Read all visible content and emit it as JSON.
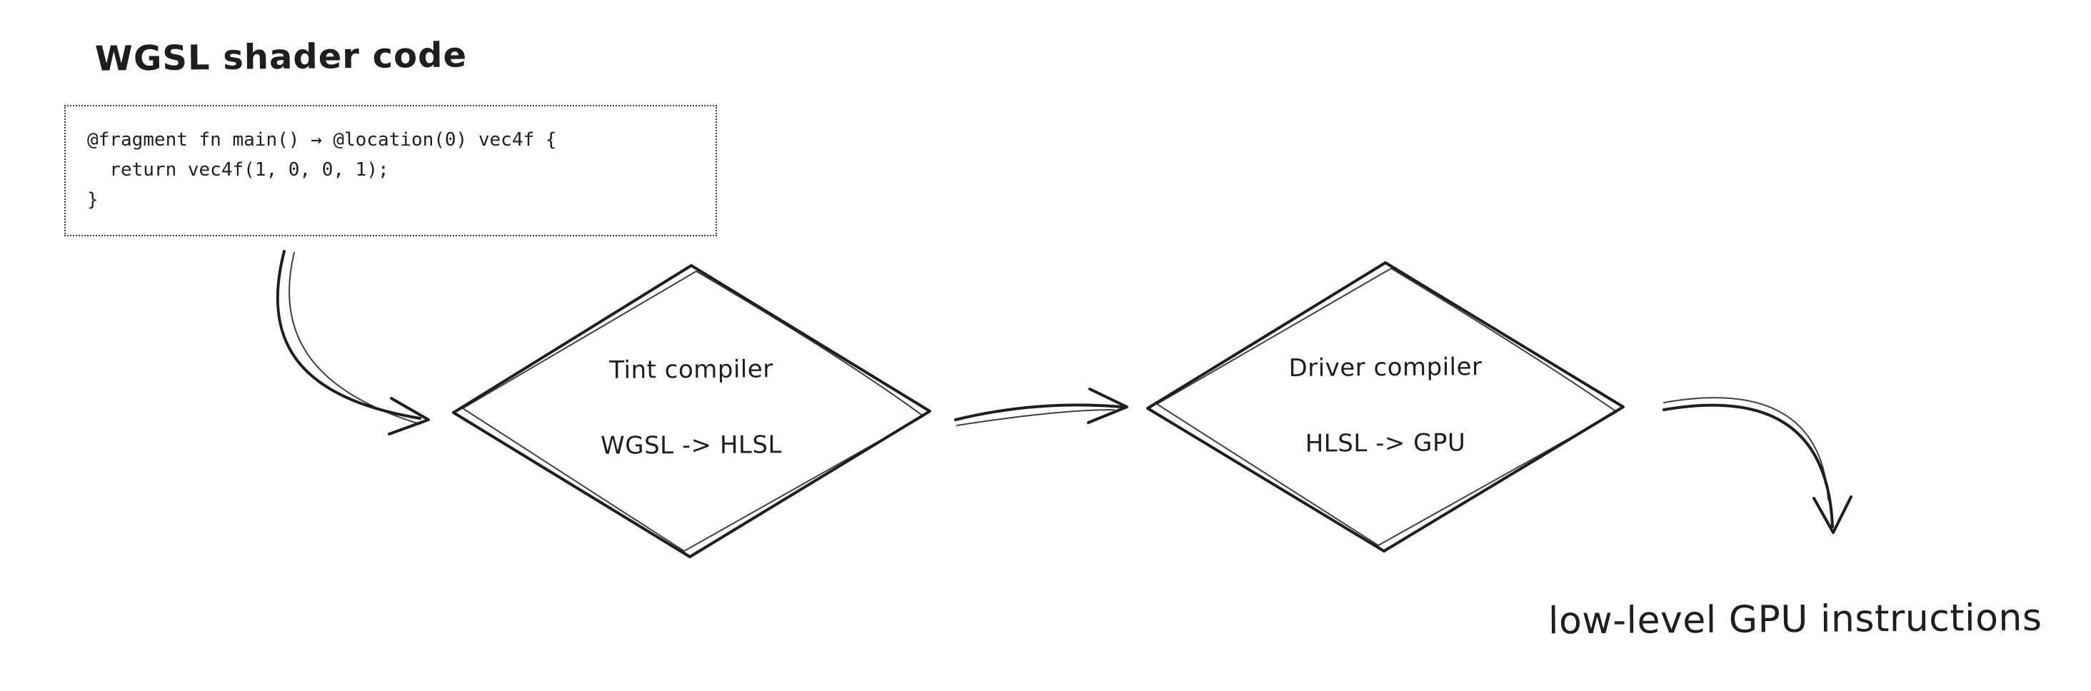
{
  "diagram": {
    "source_label": "WGSL shader code",
    "code_block": {
      "line1": "@fragment fn main() → @location(0) vec4f {",
      "line2": "  return vec4f(1, 0, 0, 1);",
      "line3": "}"
    },
    "nodes": [
      {
        "title": "Tint compiler",
        "subtitle": "WGSL -> HLSL"
      },
      {
        "title": "Driver compiler",
        "subtitle": "HLSL -> GPU"
      }
    ],
    "output_label": "low-level GPU instructions",
    "colors": {
      "ink": "#1e1e1e",
      "background": "#ffffff"
    }
  }
}
